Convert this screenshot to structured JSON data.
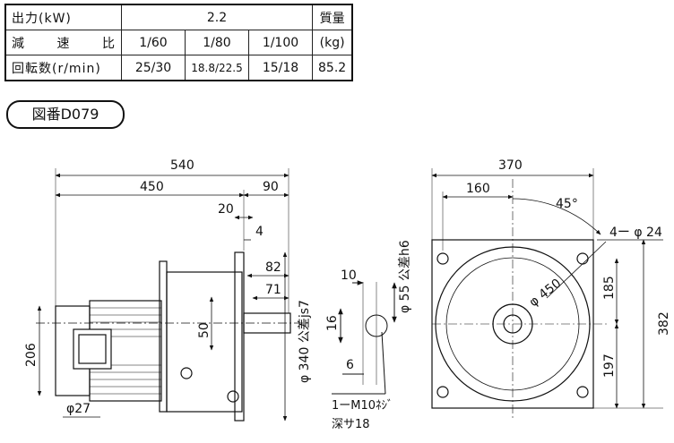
{
  "spec": {
    "row1": {
      "label": "出力(kW)",
      "value": "2.2",
      "mass_label": "質量"
    },
    "row2": {
      "label": "減 速 比",
      "r1": "1/60",
      "r2": "1/80",
      "r3": "1/100",
      "mass_unit": "(kg)"
    },
    "row3": {
      "label": "回転数(r/min)",
      "s1": "25/30",
      "s2": "18.8/22.5",
      "s3": "15/18",
      "mass": "85.2"
    }
  },
  "drawing_id": "図番D079",
  "dims": {
    "d540": "540",
    "d450": "450",
    "d90": "90",
    "d20": "20",
    "d4": "4",
    "d82": "82",
    "d71": "71",
    "d50": "50",
    "d206": "206",
    "d27": "φ27",
    "d340": "φ 340 公差js7",
    "d10": "10",
    "d16": "16",
    "d55": "φ 55 公差h6",
    "d6": "6",
    "tap1": "1ーM10ﾈｼﾞ",
    "tap2": "深サ18",
    "d370": "370",
    "d160": "160",
    "d45deg": "45°",
    "holes": "4ー φ 24",
    "d450dia": "φ 450",
    "d185": "185",
    "d197": "197",
    "d382": "382"
  }
}
